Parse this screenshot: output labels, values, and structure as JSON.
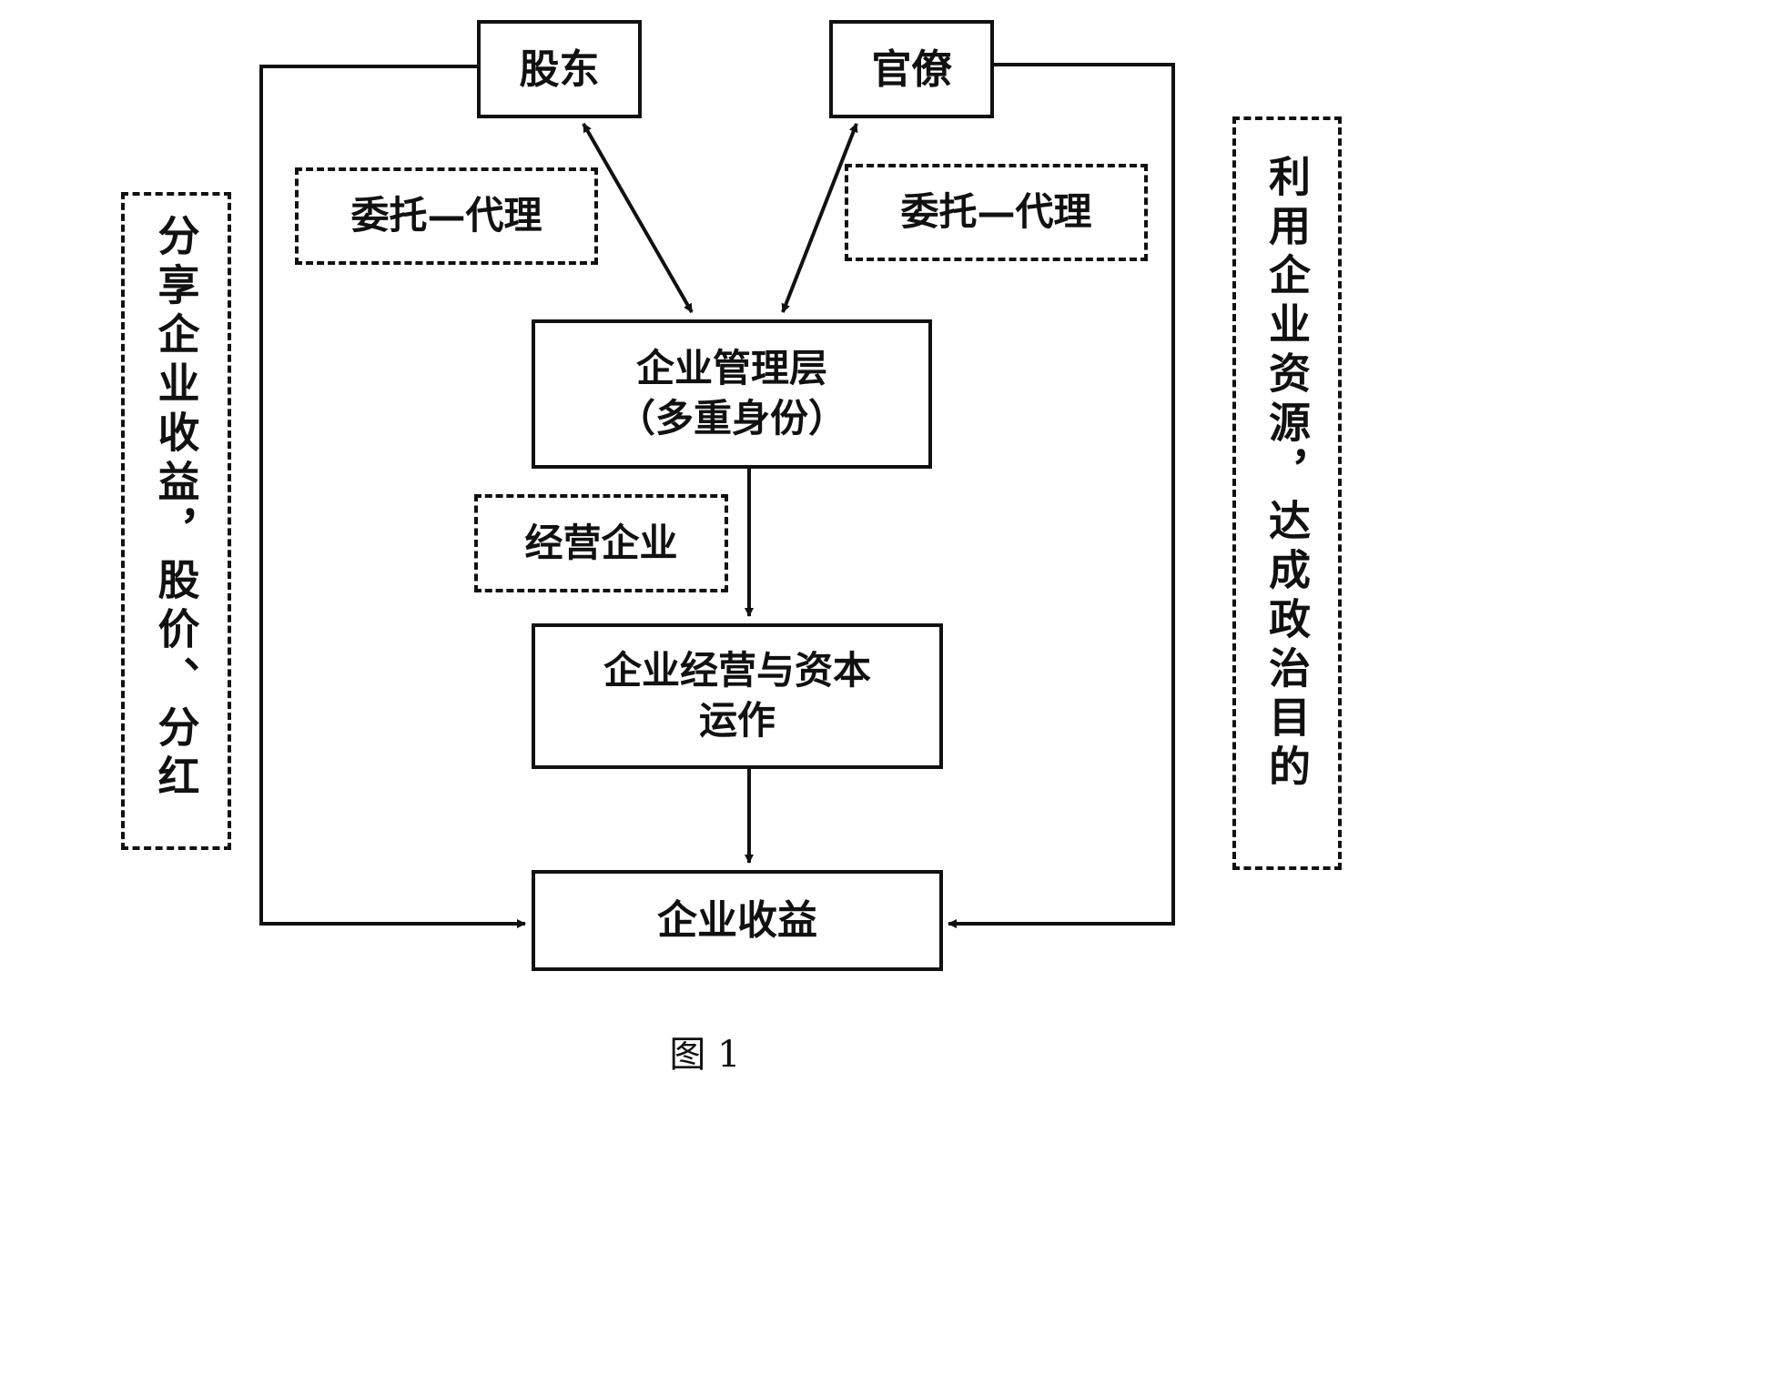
{
  "nodes": {
    "shareholders": "股东",
    "bureaucrats": "官僚",
    "management_line1": "企业管理层",
    "management_line2": "（多重身份）",
    "operations_line1": "企业经营与资本",
    "operations_line2": "运作",
    "revenue": "企业收益"
  },
  "edge_labels": {
    "left_agency": "委托—代理",
    "right_agency": "委托—代理",
    "operate": "经营企业"
  },
  "side_notes": {
    "left": "分享企业收益，股价、分红",
    "right": "利用企业资源，达成政治目的"
  },
  "caption": "图 1"
}
